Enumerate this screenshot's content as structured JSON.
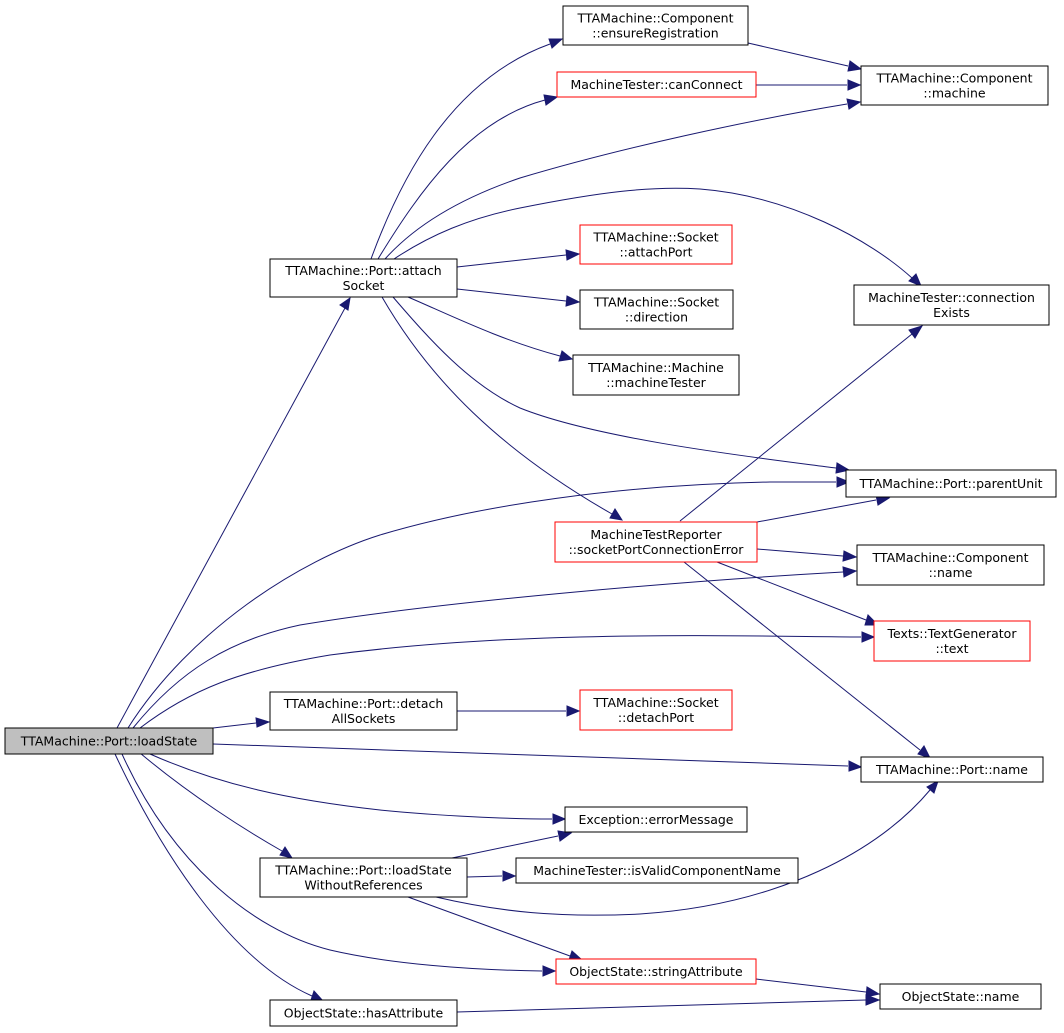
{
  "colors": {
    "edge": "#191970",
    "border_normal": "#000000",
    "border_highlight": "#ff0000",
    "fill_root": "#bfbfbf",
    "fill_normal": "#ffffff"
  },
  "nodes": {
    "loadState": {
      "lines": [
        "TTAMachine::Port::loadState"
      ],
      "style": "root"
    },
    "attachSocket": {
      "lines": [
        "TTAMachine::Port::attach",
        "Socket"
      ],
      "style": "normal"
    },
    "detachAllSockets": {
      "lines": [
        "TTAMachine::Port::detach",
        "AllSockets"
      ],
      "style": "normal"
    },
    "loadStateWR": {
      "lines": [
        "TTAMachine::Port::loadState",
        "WithoutReferences"
      ],
      "style": "normal"
    },
    "hasAttribute": {
      "lines": [
        "ObjectState::hasAttribute"
      ],
      "style": "normal"
    },
    "ensureReg": {
      "lines": [
        "TTAMachine::Component",
        "::ensureRegistration"
      ],
      "style": "normal"
    },
    "canConnect": {
      "lines": [
        "MachineTester::canConnect"
      ],
      "style": "red"
    },
    "sockAttachPort": {
      "lines": [
        "TTAMachine::Socket",
        "::attachPort"
      ],
      "style": "red"
    },
    "sockDirection": {
      "lines": [
        "TTAMachine::Socket",
        "::direction"
      ],
      "style": "normal"
    },
    "machineTester": {
      "lines": [
        "TTAMachine::Machine",
        "::machineTester"
      ],
      "style": "normal"
    },
    "socketPortErr": {
      "lines": [
        "MachineTestReporter",
        "::socketPortConnectionError"
      ],
      "style": "red"
    },
    "sockDetachPort": {
      "lines": [
        "TTAMachine::Socket",
        "::detachPort"
      ],
      "style": "red"
    },
    "errorMessage": {
      "lines": [
        "Exception::errorMessage"
      ],
      "style": "normal"
    },
    "isValidName": {
      "lines": [
        "MachineTester::isValidComponentName"
      ],
      "style": "normal"
    },
    "stringAttr": {
      "lines": [
        "ObjectState::stringAttribute"
      ],
      "style": "red"
    },
    "compMachine": {
      "lines": [
        "TTAMachine::Component",
        "::machine"
      ],
      "style": "normal"
    },
    "connExists": {
      "lines": [
        "MachineTester::connection",
        "Exists"
      ],
      "style": "normal"
    },
    "parentUnit": {
      "lines": [
        "TTAMachine::Port::parentUnit"
      ],
      "style": "normal"
    },
    "compName": {
      "lines": [
        "TTAMachine::Component",
        "::name"
      ],
      "style": "normal"
    },
    "textGen": {
      "lines": [
        "Texts::TextGenerator",
        "::text"
      ],
      "style": "red"
    },
    "portName": {
      "lines": [
        "TTAMachine::Port::name"
      ],
      "style": "normal"
    },
    "osName": {
      "lines": [
        "ObjectState::name"
      ],
      "style": "normal"
    }
  }
}
